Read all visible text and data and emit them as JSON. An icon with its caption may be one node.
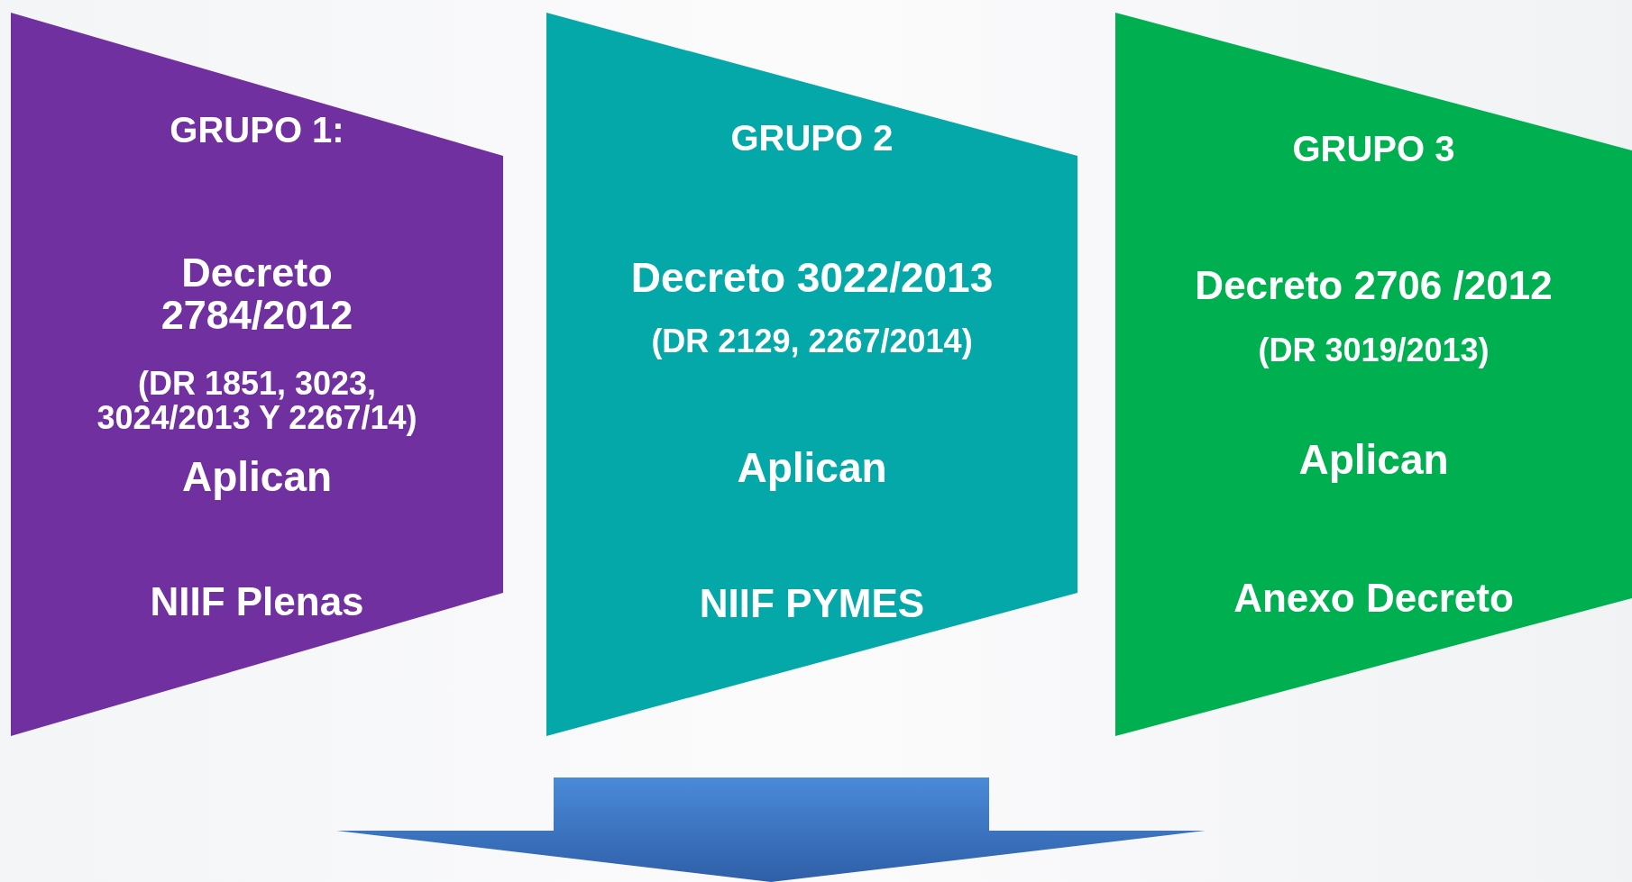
{
  "diagram": {
    "nodes": [
      {
        "text": [
          "GRUPO 1:",
          "Decreto 2784/2012",
          "(DR 1851, 3023, 3024/2013 Y 2267/14)",
          "Aplican",
          "NIIF Plenas"
        ]
      },
      {
        "text": [
          "GRUPO 2",
          "Decreto 3022/2013",
          "(DR 2129, 2267/2014)",
          "Aplican",
          "NIIF PYMES"
        ]
      },
      {
        "text": [
          "GRUPO 3",
          "Decreto 2706 /2012",
          "(DR 3019/2013)",
          "Aplican",
          "Anexo Decreto"
        ]
      }
    ]
  }
}
